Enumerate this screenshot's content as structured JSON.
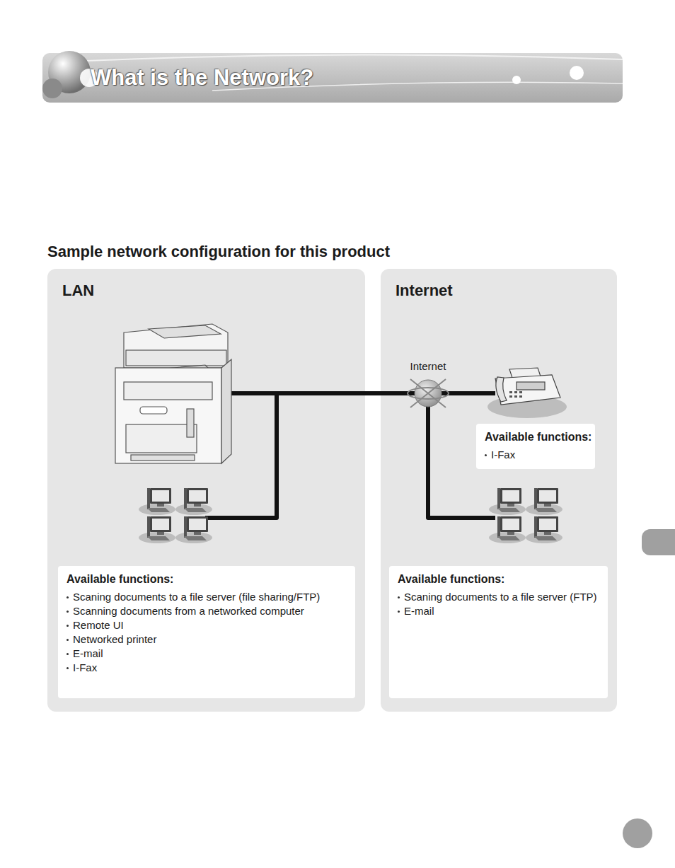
{
  "diagram": {
    "title": "What is the Network?",
    "nodes": [
      {
        "text": [
          "LAN"
        ]
      },
      {
        "text": [
          "Available functions:",
          "Scaning documents to a file server (file sharing/FTP)",
          "Scanning documents from a networked computer",
          "Remote UI",
          "Networked printer",
          "E-mail",
          "I-Fax"
        ],
        "in": 0
      },
      {
        "text": [
          "Internet"
        ]
      },
      {
        "text": [
          "Internet"
        ],
        "in": 2
      },
      {
        "text": [
          "Available functions:",
          "I-Fax"
        ],
        "in": 2
      },
      {
        "text": [
          "Available functions:",
          "Scaning documents to a file server (FTP)",
          "E-mail"
        ],
        "in": 2
      }
    ],
    "labels": [
      "Sample network configuration for this product"
    ]
  }
}
